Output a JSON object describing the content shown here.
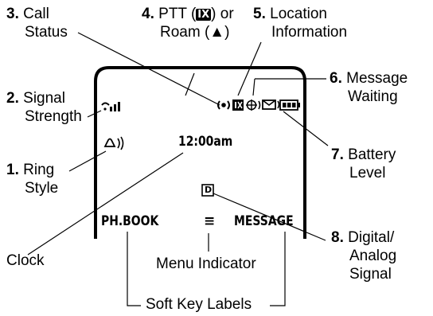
{
  "labels": {
    "call_status": {
      "num": "3.",
      "line1": "Call",
      "line2": "Status"
    },
    "ptt_roam": {
      "num": "4.",
      "line1_pre": "PTT (",
      "line1_post": ") or",
      "chip": "IX",
      "line2": "Roam (▲)"
    },
    "location": {
      "num": "5.",
      "line1": "Location",
      "line2": "Information"
    },
    "signal_strength": {
      "num": "2.",
      "line1": "Signal",
      "line2": "Strength"
    },
    "message_waiting": {
      "num": "6.",
      "line1": "Message",
      "line2": "Waiting"
    },
    "ring_style": {
      "num": "1.",
      "line1": "Ring",
      "line2": "Style"
    },
    "battery_level": {
      "num": "7.",
      "line1": "Battery",
      "line2": "Level"
    },
    "digital_analog": {
      "num": "8.",
      "line1": "Digital/",
      "line2": "Analog",
      "line3": "Signal"
    },
    "clock": "Clock",
    "menu_indicator": "Menu Indicator",
    "soft_key_labels": "Soft Key Labels"
  },
  "screen": {
    "clock_value": "12:00am",
    "digital_badge": "D",
    "ptt_icon_text": "IX",
    "soft_key_left": "PH.BOOK",
    "menu_glyph": "≡",
    "soft_key_right": "MESSAGE"
  }
}
